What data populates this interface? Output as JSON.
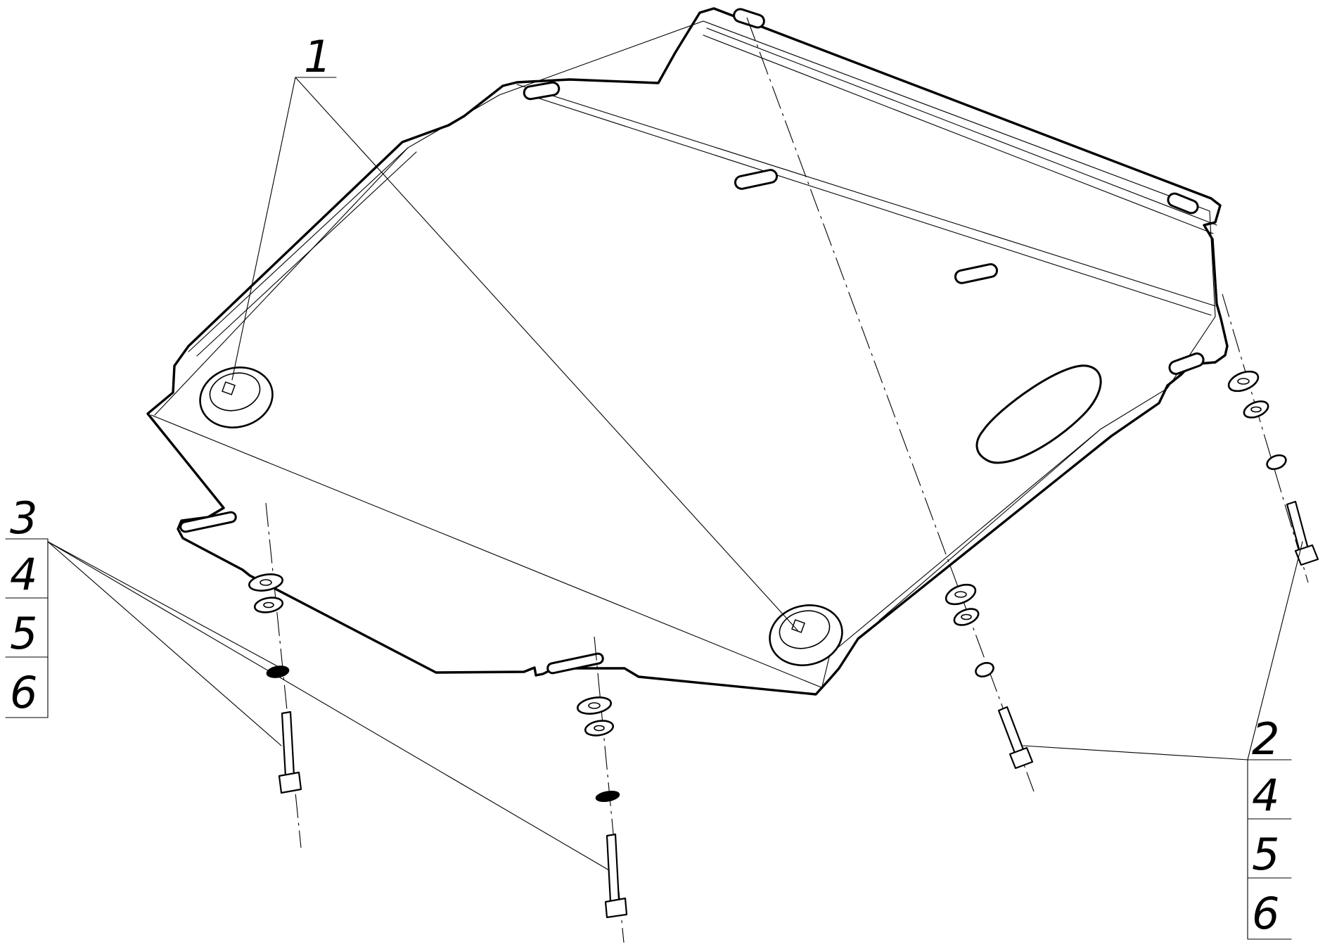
{
  "callouts": {
    "item_1": "1",
    "group_left": [
      "3",
      "4",
      "5",
      "6"
    ],
    "group_right": [
      "2",
      "4",
      "5",
      "6"
    ]
  }
}
